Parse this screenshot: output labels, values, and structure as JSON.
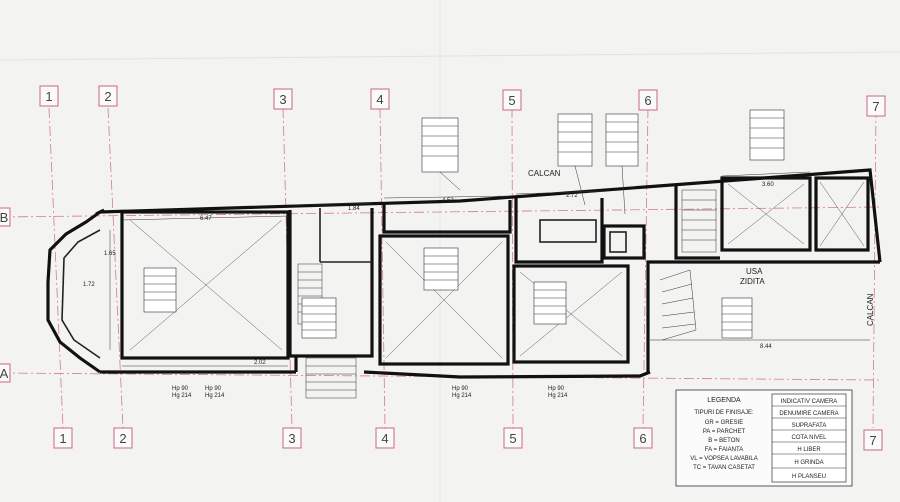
{
  "axes": {
    "vertical": [
      "1",
      "2",
      "3",
      "4",
      "5",
      "6",
      "7"
    ],
    "horizontal": [
      "B",
      "A"
    ]
  },
  "labels": {
    "calcan_top": "CALCAN",
    "calcan_right": "CALCAN",
    "usa_zidita_line1": "USA",
    "usa_zidita_line2": "ZIDITA"
  },
  "dimensions": {
    "top_wall_1": "6.47",
    "room_top_a": "1.84",
    "room_top_b": "4.52",
    "room_top_c": "2.72",
    "room_right_top": "3.60",
    "side_a": "1.72",
    "side_b": "1.65",
    "bottom_span": "2.02",
    "bottom_span_2": "8.44"
  },
  "openings": [
    {
      "hp": "Hp 90",
      "hg": "Hg 214"
    },
    {
      "hp": "Hp 90",
      "hg": "Hg 214"
    },
    {
      "hp": "Hp 90",
      "hg": "Hg 214"
    },
    {
      "hp": "Hp 90",
      "hg": "Hg 214"
    }
  ],
  "legend": {
    "title": "LEGENDA",
    "finish_title": "TIPURI DE FINISAJE:",
    "finishes": [
      "GR = GRESIE",
      "PA = PARCHET",
      "B = BETON",
      "FA = FAIANTA",
      "VL = VOPSEA LAVABILA",
      "TC = TAVAN CASETAT"
    ],
    "room_key": [
      "INDICATIV CAMERA",
      "DENUMIRE CAMERA",
      "SUPRAFATA",
      "COTA NIVEL",
      "H LIBER",
      "H GRINDA",
      "H PLANSEU"
    ]
  }
}
